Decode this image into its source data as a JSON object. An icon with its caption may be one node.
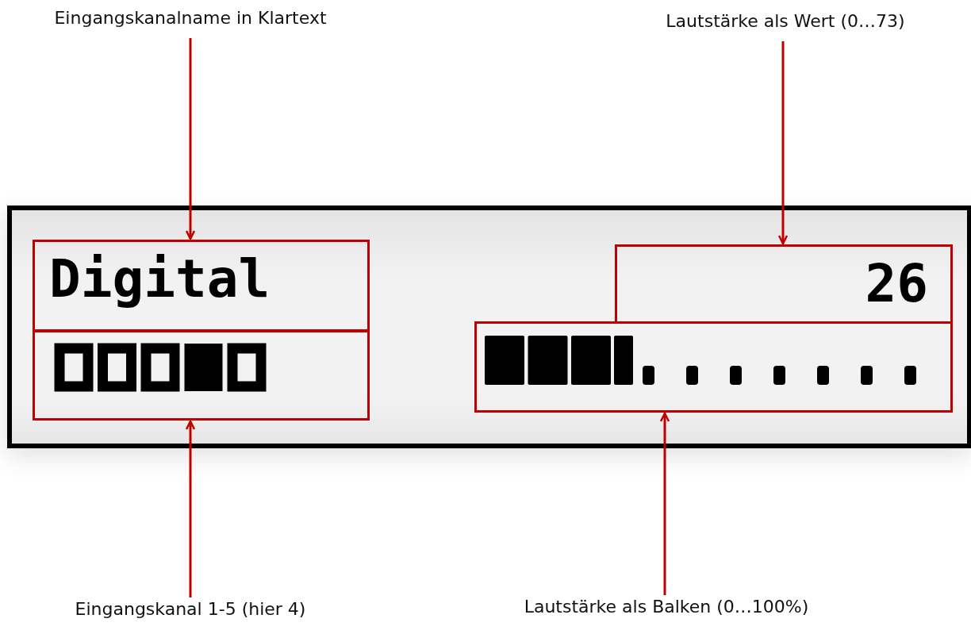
{
  "diagram": {
    "nodes": [
      {
        "text": [
          "Eingangskanalname in Klartext"
        ]
      },
      {
        "text": [
          "Lautstärke als Wert (0…73)"
        ]
      },
      {
        "text": [],
        "shape": "box"
      },
      {
        "text": [
          "Digital"
        ],
        "in": 2
      },
      {
        "text": [],
        "shape": "box",
        "in": 2
      },
      {
        "text": [
          "26"
        ],
        "in": 2
      },
      {
        "text": [],
        "shape": "box",
        "in": 2
      },
      {
        "text": [
          "Eingangskanal 1-5 (hier 4)"
        ]
      },
      {
        "text": [
          "Lautstärke als Balken (0…100%)"
        ]
      }
    ],
    "edges": [
      {
        "from": 0,
        "to": 3,
        "arrow": "to"
      },
      {
        "from": 1,
        "to": 5,
        "arrow": "to"
      },
      {
        "from": 7,
        "to": 4,
        "arrow": "to"
      },
      {
        "from": 8,
        "to": 6,
        "arrow": "to"
      }
    ]
  }
}
